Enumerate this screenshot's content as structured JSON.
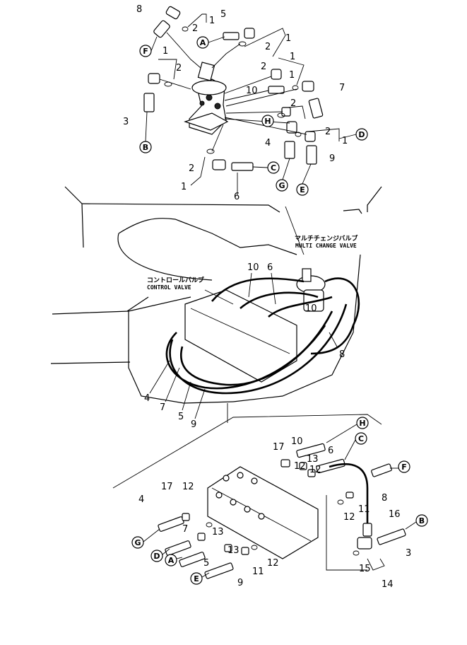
{
  "labels": {
    "multi_change_valve_jp": "マルチチェンジバルブ",
    "multi_change_valve_en": "MULTI CHANGE VALVE",
    "control_valve_jp": "コントロールバルブ",
    "control_valve_en": "CONTROL VALVE"
  },
  "callouts": {
    "top": [
      "8",
      "2",
      "1",
      "5",
      "1",
      "2",
      "1",
      "2",
      "2",
      "1",
      "10",
      "2",
      "1",
      "7",
      "3",
      "2",
      "4",
      "1",
      "9",
      "2",
      "1",
      "6"
    ],
    "middle": [
      "10",
      "6",
      "10",
      "8",
      "4",
      "7",
      "5",
      "9"
    ],
    "bottom": [
      "17",
      "10",
      "13",
      "6",
      "12",
      "12",
      "4",
      "17",
      "12",
      "7",
      "13",
      "8",
      "11",
      "16",
      "12",
      "5",
      "13",
      "11",
      "12",
      "9",
      "3",
      "15",
      "14"
    ]
  },
  "connectors": {
    "top": [
      "F",
      "A",
      "H",
      "D",
      "B",
      "C",
      "G",
      "E"
    ],
    "bottom": [
      "H",
      "C",
      "F",
      "B",
      "G",
      "D",
      "A",
      "E"
    ]
  }
}
